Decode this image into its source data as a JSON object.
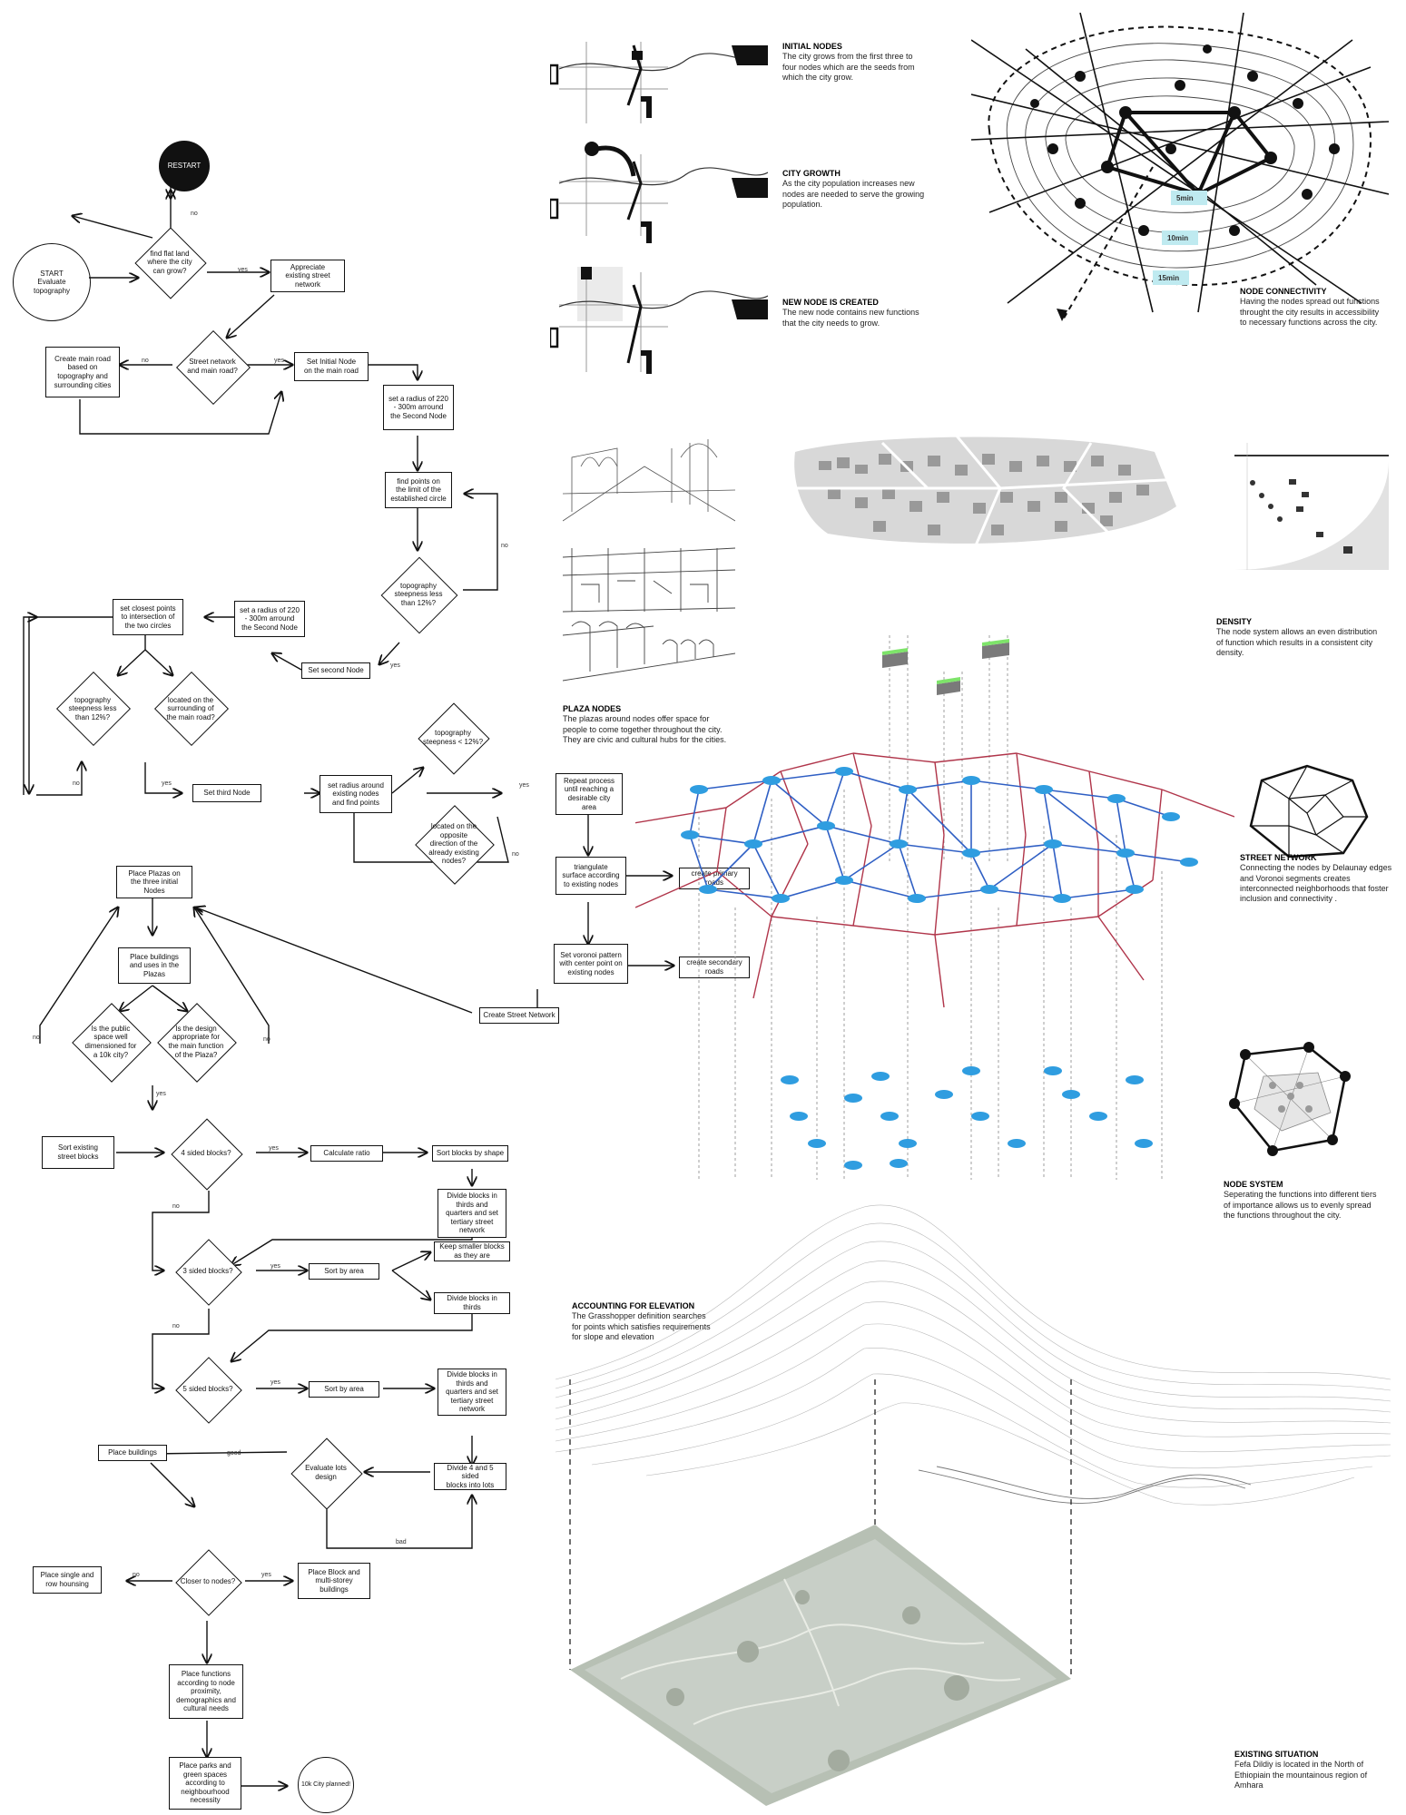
{
  "flowchart": {
    "restart": "RESTART",
    "start": "START\nEvaluate\ntopography",
    "d_flat": "find flat land\nwhere the city\ncan grow?",
    "appreciate": "Appreciate\nexisting street\nnetwork",
    "main_road_create": "Create main road\nbased on\ntopography and\nsurrounding cities",
    "d_street": "Street network\nand main road?",
    "initial_node": "Set Initial Node\non the main road",
    "radius1": "set a radius of 220\n- 300m arround\nthe Second Node",
    "find_points": "find points on\nthe limit of the\nestablished circle",
    "d_topo1": "topography\nsteepness less\nthan 12%?",
    "second_node": "Set second Node",
    "radius2": "set a radius of 220\n- 300m arround\nthe Second Node",
    "closest": "set closest points\nto intersection of\nthe two circles",
    "d_topo2": "topography\nsteepness less\nthan 12%?",
    "d_located1": "located on the\nsurrounding of\nthe main road?",
    "third_node": "Set third Node",
    "radius3": "set radius around\nexisting nodes\nand find points",
    "d_topo3": "topography\nsteepness < 12%?",
    "d_opposite": "located on the\nopposite\ndirection of the\nalready existing\nnodes?",
    "repeat": "Repeat process\nuntil reaching a\ndesirable city\narea",
    "triangulate": "triangulate\nsurface according\nto existing nodes",
    "primary": "create primary\nroads",
    "voronoi": "Set voronoi pattern\nwith center point on\nexisting nodes",
    "secondary": "create secondary\nroads",
    "street_net": "Create Street Network",
    "place_plazas": "Place Plazas on\nthe three initial\nNodes",
    "place_buildings_plazas": "Place buildings\nand uses in the\nPlazas",
    "d_public": "Is the public\nspace well\ndimensioned for\na 10k city?",
    "d_design": "Is the design\nappropriate for\nthe main function\nof the Plaza?",
    "sort_existing": "Sort existing\nstreet blocks",
    "d_four": "4 sided blocks?",
    "calc_ratio": "Calculate ratio",
    "sort_shape": "Sort blocks by shape",
    "divide_thirds1": "Divide blocks in\nthirds and\nquarters and set\ntertiary street\nnetwork",
    "d_three": "3 sided blocks?",
    "sort_area1": "Sort by area",
    "keep_smaller": "Keep smaller blocks\nas they are",
    "divide_thirds2": "Divide blocks in\nthirds",
    "d_five": "5 sided blocks?",
    "sort_area2": "Sort by area",
    "divide_thirds3": "Divide blocks in\nthirds and\nquarters and set\ntertiary street\nnetwork",
    "place_buildings": "Place buildings",
    "d_lots": "Evaluate lots\ndesign",
    "divide_lots": "Divide 4 and 5 sided\nblocks into lots",
    "single_row": "Place single and\nrow hounsing",
    "d_closer": "Closer to nodes?",
    "place_block": "Place Block and\nmulti-storey\nbuildings",
    "place_functions": "Place functions\naccording to node\nproximity,\ndemographics and\ncultural needs",
    "place_parks": "Place parks and\ngreen spaces\naccording to\nneighbourhood\nnecessity",
    "planned": "10k City planned!"
  },
  "flow_labels": {
    "yes": "yes",
    "no": "no",
    "good": "good",
    "bad": "bad"
  },
  "captions": {
    "initial_nodes": {
      "title": "INITIAL NODES",
      "body": "The city grows from the first three to four nodes which are the seeds from which the city grow."
    },
    "city_growth": {
      "title": "CITY GROWTH",
      "body": "As the city population increases new nodes are needed to serve the growing population."
    },
    "new_node": {
      "title": "NEW NODE IS CREATED",
      "body": "The new node contains new functions that the city needs to grow."
    },
    "node_connectivity": {
      "title": "NODE CONNECTIVITY",
      "body": "Having the nodes spread out functions throught the city results in accessibility to necessary functions across the city."
    },
    "density": {
      "title": "DENSITY",
      "body": "The node system allows an even distribution of function which results in a consistent city density."
    },
    "plaza_nodes": {
      "title": "PLAZA NODES",
      "body": "The plazas around nodes offer space for people to come together throughout the city. They are civic and cultural hubs for the cities."
    },
    "street_network": {
      "title": "STREET NETWORK",
      "body": "Connecting the nodes by Delaunay edges and Voronoi segments creates interconnected neighborhoods that foster inclusion and connectivity ."
    },
    "node_system": {
      "title": "NODE SYSTEM",
      "body": "Seperating the functions into different tiers of importance allows us to evenly spread the functions throughout the city."
    },
    "elevation": {
      "title": "ACCOUNTING FOR ELEVATION",
      "body": "The Grasshopper definition searches for points which satisfies requirements for slope and elevation"
    },
    "existing": {
      "title": "EXISTING SITUATION",
      "body": "Fefa Dildiy is located in the North of Ethiopiain the mountainous region of Amhara"
    }
  },
  "time_labels": [
    "5min",
    "10min",
    "15min"
  ],
  "colors": {
    "ink": "#111111",
    "node_blue": "#2f9de0",
    "road_blue": "#2f5fc4",
    "road_red": "#b0354a",
    "terrain": "#c8cfc7"
  }
}
